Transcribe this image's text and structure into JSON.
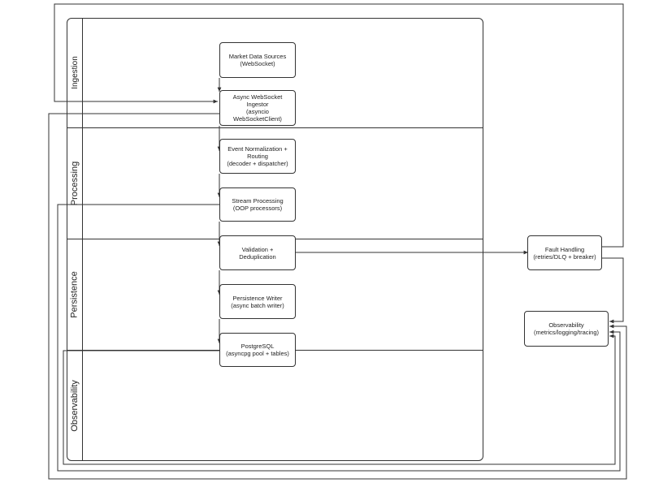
{
  "lanes": {
    "ingestion": "Ingestion",
    "processing": "Processing",
    "persistence": "Persistence",
    "observability": "Observability"
  },
  "nodes": {
    "market_sources": {
      "line1": "Market Data Sources",
      "line2": "(WebSocket)"
    },
    "ws_ingestor": {
      "line1": "Async WebSocket",
      "line2": "Ingestor",
      "line3": "(asyncio",
      "line4": "WebSocketClient)"
    },
    "normalization": {
      "line1": "Event Normalization +",
      "line2": "Routing",
      "line3": "(decoder + dispatcher)"
    },
    "stream_processing": {
      "line1": "Stream Processing",
      "line2": "(OOP processors)"
    },
    "validation": {
      "line1": "Validation +",
      "line2": "Deduplication"
    },
    "persistence_writer": {
      "line1": "Persistence Writer",
      "line2": "(async batch writer)"
    },
    "postgres": {
      "line1": "PostgreSQL",
      "line2": "(asyncpg pool + tables)"
    },
    "fault_handling": {
      "line1": "Fault Handling",
      "line2": "(retries/DLQ + breaker)"
    },
    "observability": {
      "line1": "Observability",
      "line2": "(metrics/logging/tracing)"
    }
  },
  "colors": {
    "stroke": "#333333",
    "text": "#222222",
    "background": "#ffffff"
  }
}
